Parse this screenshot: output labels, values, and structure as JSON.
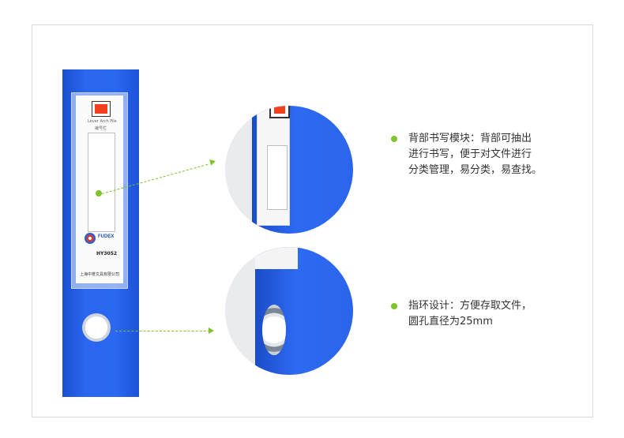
{
  "colors": {
    "spine_blue": "#2a66f0",
    "accent_green": "#7dc528",
    "label_red": "#f2401f",
    "frame_border": "#d9d9d9"
  },
  "spine": {
    "label_subtitle": "Lever Arch File",
    "label_tag": "编号栏",
    "brand": "FUDEX",
    "model": "HY3052",
    "company": "上海中誉文具有限公司"
  },
  "callouts": [
    {
      "line1": "背部书写模块：背部可抽出",
      "line2": "进行书写，便于对文件进行",
      "line3": "分类管理，易分类，易查找。"
    },
    {
      "line1": "指环设计：方便存取文件，",
      "line2": "圆孔直径为25mm"
    }
  ]
}
